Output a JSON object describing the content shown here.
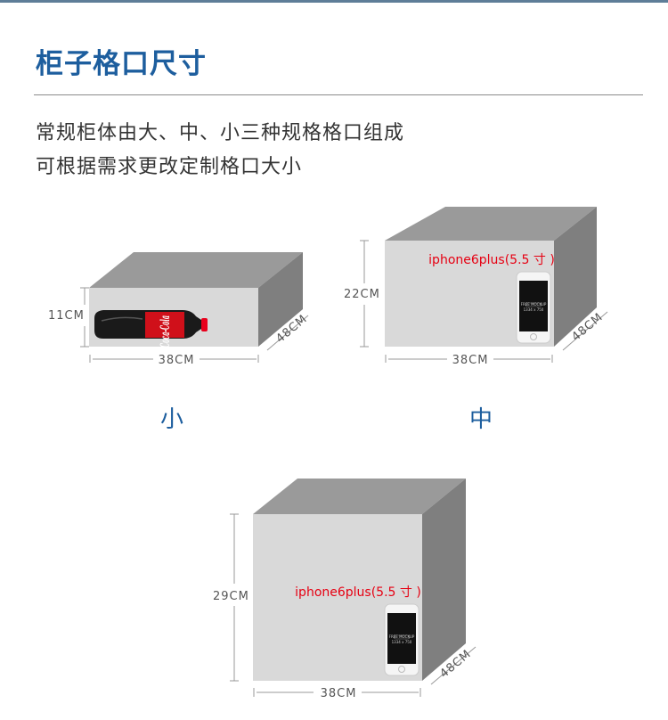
{
  "header": {
    "title": "柜子格口尺寸",
    "line1": "常规柜体由大、中、小三种规格格口组成",
    "line2": "可根据需求更改定制格口大小"
  },
  "colors": {
    "title": "#1d5e9e",
    "box_front": "#d9d9d9",
    "box_top": "#9a9a9a",
    "box_side": "#7f7f7f",
    "phone_label": "#e60012"
  },
  "small_box": {
    "label": "小",
    "height": "11CM",
    "width": "38CM",
    "depth": "48CM",
    "object_icon": "cola-bottle-icon",
    "bottle_text": "Coca-Cola"
  },
  "medium_box": {
    "label": "中",
    "height": "22CM",
    "width": "38CM",
    "depth": "48CM",
    "phone_label": "iphone6plus(5.5 寸 )",
    "screen_line1": "FREE MOCKUP",
    "screen_line2": "1334 x 750"
  },
  "large_box": {
    "height": "29CM",
    "width": "38CM",
    "depth": "48CM",
    "phone_label": "iphone6plus(5.5 寸 )",
    "screen_line1": "FREE MOCKUP",
    "screen_line2": "1334 x 750"
  }
}
